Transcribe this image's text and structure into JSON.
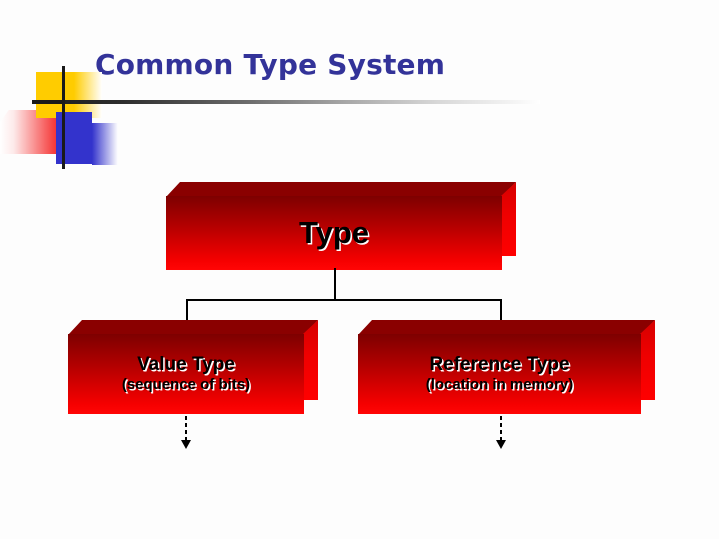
{
  "slide": {
    "title": "Common Type System",
    "background_color": "#fdfdfd",
    "title_color": "#333399"
  },
  "decoration": {
    "name": "title-decoration",
    "yellow": "#ffcc00",
    "blue": "#3333cc",
    "red": "#f41c1c",
    "rule": "#1a1a1a"
  },
  "diagram": {
    "root": {
      "label": "Type",
      "sub": ""
    },
    "children": [
      {
        "label": "Value Type",
        "sub": "(sequence of bits)"
      },
      {
        "label": "Reference Type",
        "sub": "(location in memory)"
      }
    ],
    "box_gradient_top": "#7d0000",
    "box_gradient_bottom": "#ff0000",
    "connector_color": "#000000"
  }
}
